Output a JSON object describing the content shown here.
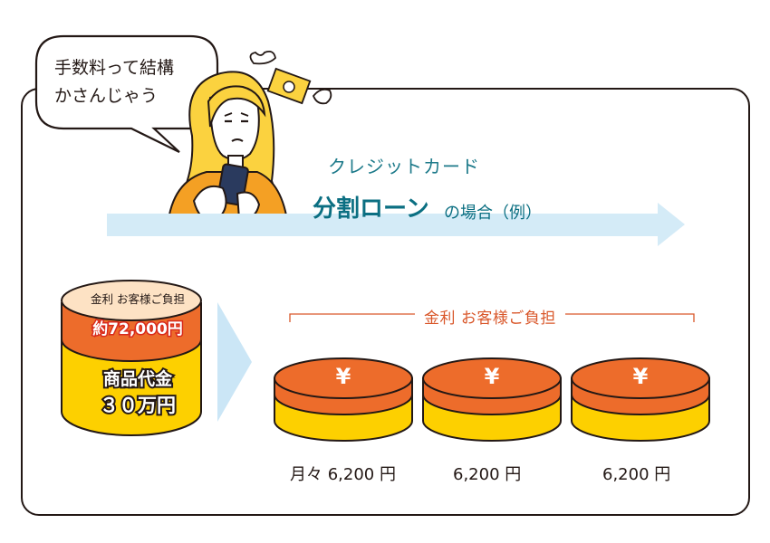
{
  "speech_bubble": {
    "line1": "手数料って結構",
    "line2": "かさんじゃう"
  },
  "header": {
    "card_label": "クレジットカード",
    "loan_title": "分割ローン",
    "loan_title_suffix": "の場合（例）"
  },
  "left_coin": {
    "burden_label": "金利 お客様ご負担",
    "interest_amount": "約72,000円",
    "goods_label": "商品代金",
    "goods_price": "３０万円"
  },
  "right_group": {
    "burden_label": "金利 お客様ご負担"
  },
  "installments": [
    {
      "symbol": "¥",
      "label": "月々 6,200 円"
    },
    {
      "symbol": "¥",
      "label": "6,200 円"
    },
    {
      "symbol": "¥",
      "label": "6,200 円"
    }
  ],
  "colors": {
    "coin_yellow": "#fdd000",
    "coin_orange": "#ed6c2b",
    "arrow_blue": "#d4ebf7",
    "title_teal": "#0b6f82",
    "burden_orange": "#d9572a",
    "outline": "#231815"
  }
}
